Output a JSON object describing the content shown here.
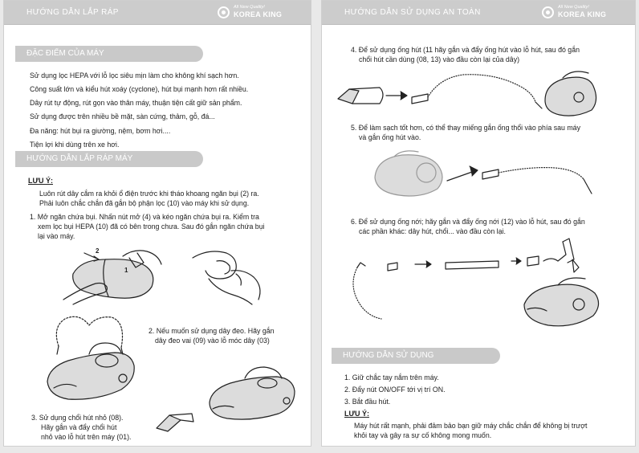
{
  "brand": {
    "tagline": "All New Quality!",
    "name": "KOREA KING"
  },
  "left": {
    "header_title": "HƯỚNG DẪN LẮP RÁP",
    "features": {
      "title": "ĐẶC ĐIỂM CỦA MÁY",
      "items": [
        "Sử dụng lọc HEPA với lỗ lọc siêu mịn làm cho không khí sạch hơn.",
        "Công suất lớn và kiểu hút xoáy (cyclone), hút bụi mạnh hơn rất nhiều.",
        "Dây rút tự động, rút gọn vào thân máy,  thuận tiện cất giữ sản phẩm.",
        "Sử dụng được trên nhiều bề mặt, sàn cứng, thảm, gỗ, đá...",
        "Đa năng: hút bụi ra giường, nệm, bơm hơi....",
        "Tiện lợi khi dùng trên xe hơi."
      ]
    },
    "assembly": {
      "title": "HƯỚNG DẪN LẮP RÁP MÁY",
      "note_label": "LƯU Ý:",
      "note_lines": [
        "Luôn rút dây cắm ra khỏi ổ điện trước khi tháo khoang ngăn bụi (2) ra.",
        "Phải luôn chắc chắn đã gắn bộ phận lọc (10)  vào máy khi sử dụng."
      ],
      "step1_lines": [
        "1. Mở ngăn chứa bụi. Nhấn nút mở (4) và kéo ngăn chứa bụi ra. Kiểm tra",
        "xem lọc bụi HEPA (10) đã có bên trong chưa. Sau đó gắn ngăn chứa bụi",
        "lại vào máy."
      ],
      "step2_lines": [
        "2. Nếu muốn sử dụng dây đeo. Hãy gắn",
        "dây đeo vai (09) vào lỗ móc dây (03)"
      ],
      "step3_lines": [
        "3. Sử dụng chổi hút nhỏ (08).",
        "Hãy gắn và đẩy chổi hút",
        "nhỏ vào lỗ hút trên máy (01)."
      ],
      "callouts": [
        "2",
        "1"
      ]
    }
  },
  "right": {
    "header_title": "HƯỚNG DẪN SỬ DỤNG  AN TOÀN",
    "step4_lines": [
      "4. Để sử dụng ống hút (11 hãy gắn và đẩy ống hút vào lỗ hút, sau đó gắn",
      "chổi hút cần dùng (08, 13) vào đầu còn lại của dây)"
    ],
    "step5_lines": [
      "5. Để làm sạch tốt hơn, có thể thay miếng gắn ống thổi vào phía sau máy",
      "và gắn ống hút vào."
    ],
    "step6_lines": [
      "6. Để sử dụng ống nới; hãy gắn và đẩy ống nới (12) vào lỗ hút, sau đó gắn",
      "các phần khác: dây hút, chổi... vào đầu còn lại."
    ],
    "usage": {
      "title": "HƯỚNG DẪN SỬ DỤNG",
      "steps": [
        "1. Giữ chắc tay nắm trên máy.",
        "2. Đẩy  nút ON/OFF tới vị trí ON.",
        "3. Bắt đầu hút."
      ],
      "note_label": "LƯU Ý:",
      "note_lines": [
        "Máy hút rất mạnh, phải đảm bảo bạn  giữ máy chắc chắn để không bị trượt",
        "khỏi tay và gây ra sự cố không mong muốn."
      ]
    }
  }
}
